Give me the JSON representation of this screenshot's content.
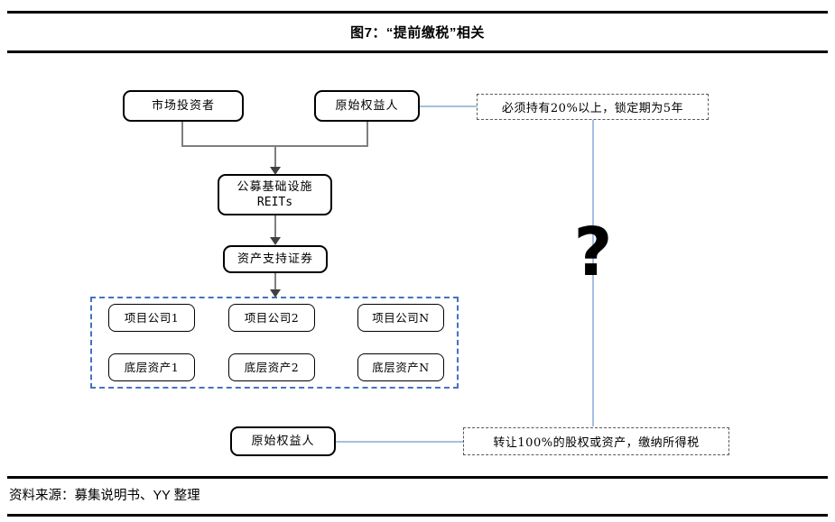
{
  "figure": {
    "title": "图7：“提前缴税”相关",
    "source": "资料来源：募集说明书、YY 整理"
  },
  "colors": {
    "group_dashed_border": "#4472c4",
    "callout_border": "#595959",
    "connector": "#7f7f7f",
    "blue_connector": "#a6bde3",
    "arrow": "#404040"
  },
  "diagram": {
    "nodes": {
      "market_investor": "市场投资者",
      "original_equity_holder_top": "原始权益人",
      "public_reits_line1": "公募基础设施",
      "public_reits_line2": "REITs",
      "abs": "资产支持证券",
      "project_company_1": "项目公司1",
      "project_company_2": "项目公司2",
      "project_company_n": "项目公司N",
      "underlying_asset_1": "底层资产1",
      "underlying_asset_2": "底层资产2",
      "underlying_asset_n": "底层资产N",
      "original_equity_holder_bottom": "原始权益人"
    },
    "callouts": {
      "holding_requirement": "必须持有20%以上，锁定期为5年",
      "transfer_tax": "转让100%的股权或资产，缴纳所得税"
    },
    "question_marker": "?"
  }
}
